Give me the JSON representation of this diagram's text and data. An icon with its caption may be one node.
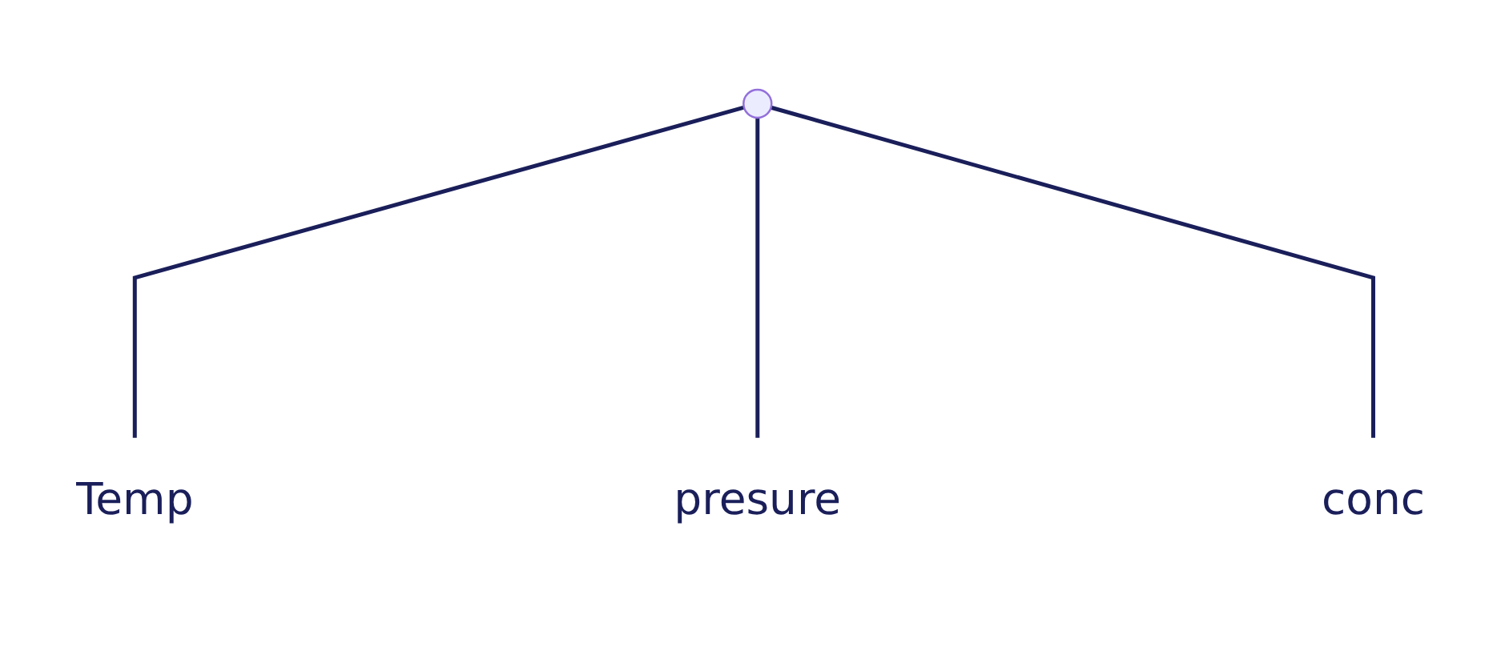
{
  "diagram": {
    "nodes": [
      {
        "text": [],
        "shape": "circle"
      },
      {
        "text": [
          "Temp"
        ]
      },
      {
        "text": [
          "presure"
        ]
      },
      {
        "text": [
          "conc"
        ]
      }
    ],
    "edges": [
      {
        "from": 0,
        "to": 1,
        "arrow": "none"
      },
      {
        "from": 0,
        "to": 2,
        "arrow": "none"
      },
      {
        "from": 0,
        "to": 3,
        "arrow": "none"
      }
    ]
  }
}
